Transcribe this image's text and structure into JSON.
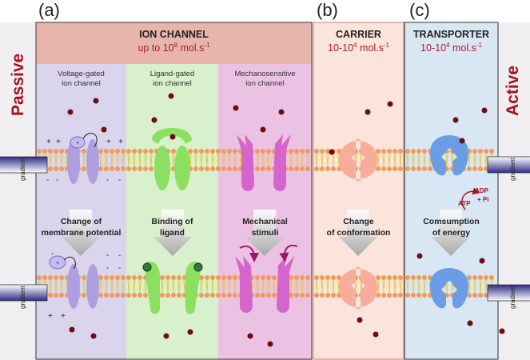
{
  "panels": {
    "a": {
      "letter": "(a)",
      "title": "ION CHANNEL",
      "rate_text": "up to 10",
      "rate_exp": "8",
      "rate_unit": " mol.s",
      "rate_unit_exp": "-1"
    },
    "b": {
      "letter": "(b)",
      "title": "CARRIER",
      "rate_text": "10-10",
      "rate_exp": "4",
      "rate_unit": " mol.s",
      "rate_unit_exp": "-1"
    },
    "c": {
      "letter": "(c)",
      "title": "TRANSPORTER",
      "rate_text": "10-10",
      "rate_exp": "4",
      "rate_unit": " mol.s",
      "rate_unit_exp": "-1"
    }
  },
  "subpanels": {
    "voltage": {
      "title_line1": "Voltage-gated",
      "title_line2": "ion channel",
      "caption_line1": "Change of",
      "caption_line2": "membrane potential"
    },
    "ligand": {
      "title_line1": "Ligand-gated",
      "title_line2": "ion channel",
      "caption_line1": "Binding of",
      "caption_line2": "ligand"
    },
    "mechano": {
      "title_line1": "Mechanosensitive",
      "title_line2": "ion channel",
      "caption_line1": "Mechanical",
      "caption_line2": "stimuli"
    },
    "carrier": {
      "caption_line1": "Change",
      "caption_line2": "of conformation"
    },
    "transporter": {
      "caption_line1": "Comsumption",
      "caption_line2": "of energy"
    }
  },
  "side_labels": {
    "left": "Passive",
    "right": "Active",
    "gradient": "gradient"
  },
  "atp": {
    "atp": "ATP",
    "adp": "ADP",
    "pi": "+ Pi"
  },
  "charges": {
    "plus": "+",
    "minus": "-"
  },
  "colors": {
    "ion_header": "#e8b5ad",
    "ion_bg": "#f4e6e6",
    "voltage_bg": "#dad4ec",
    "ligand_bg": "#d8f0cc",
    "mechano_bg": "#ecc2e4",
    "carrier_bg": "#fbe4dc",
    "transporter_bg": "#d9e6f4",
    "voltage": "#ad9fe0",
    "ligand": "#8cdf5f",
    "mechano": "#d466cb",
    "carrier": "#f6ad9c",
    "transporter": "#6b9de6",
    "ion": "#6e0c12",
    "rate_red": "#b01a24",
    "passive_red": "#a3131d"
  }
}
